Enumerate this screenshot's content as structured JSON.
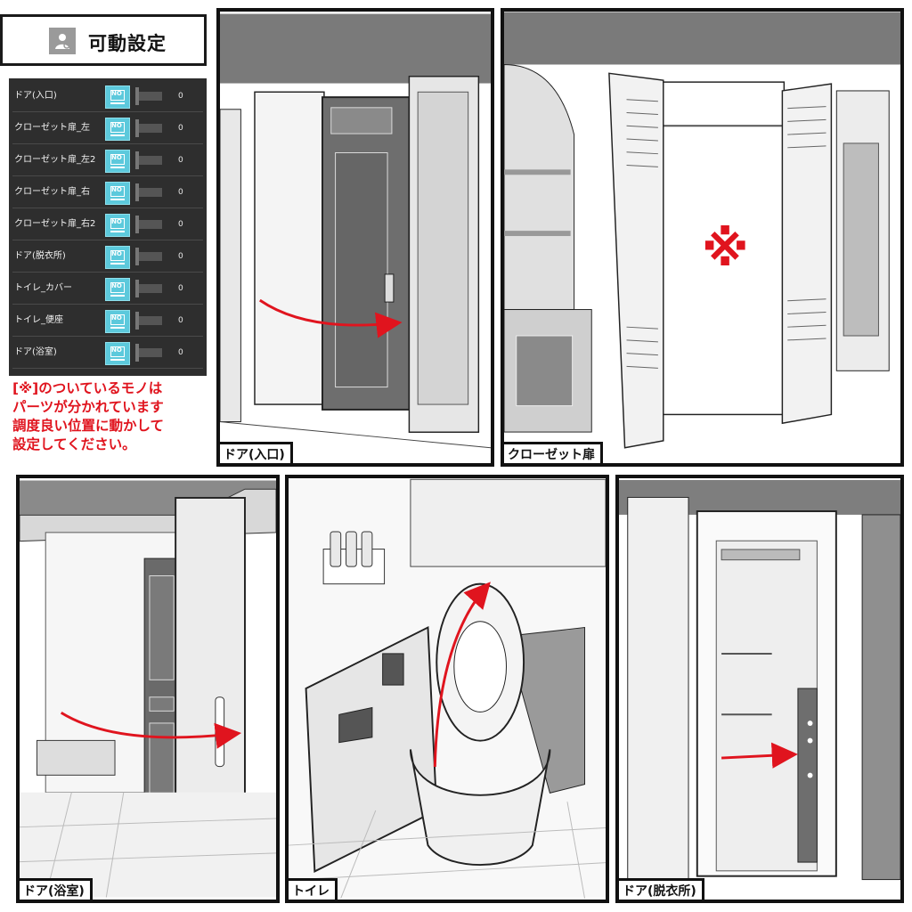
{
  "header": {
    "title": "可動設定",
    "icon": "figure-settings-icon"
  },
  "settings": {
    "rows": [
      {
        "label": "ドア(入口)",
        "toggle": "NO",
        "value": "0"
      },
      {
        "label": "クローゼット扉_左",
        "toggle": "NO",
        "value": "0"
      },
      {
        "label": "クローゼット扉_左2",
        "toggle": "NO",
        "value": "0"
      },
      {
        "label": "クローゼット扉_右",
        "toggle": "NO",
        "value": "0"
      },
      {
        "label": "クローゼット扉_右2",
        "toggle": "NO",
        "value": "0"
      },
      {
        "label": "ドア(脱衣所)",
        "toggle": "NO",
        "value": "0"
      },
      {
        "label": "トイレ_カバー",
        "toggle": "NO",
        "value": "0"
      },
      {
        "label": "トイレ_便座",
        "toggle": "NO",
        "value": "0"
      },
      {
        "label": "ドア(浴室)",
        "toggle": "NO",
        "value": "0"
      }
    ]
  },
  "note": {
    "lines": [
      "[※]のついているモノは",
      "パーツが分かれています",
      "調度良い位置に動かして",
      "設定してください。"
    ]
  },
  "panels": {
    "entrance": {
      "caption": "ドア(入口)"
    },
    "closet": {
      "caption": "クローゼット扉",
      "mark": "※"
    },
    "bath": {
      "caption": "ドア(浴室)"
    },
    "toilet": {
      "caption": "トイレ"
    },
    "dressing": {
      "caption": "ドア(脱衣所)"
    }
  },
  "colors": {
    "accent": "#e0141e",
    "toggle": "#5cc9dc",
    "panel_bg": "#2e2e2e"
  }
}
